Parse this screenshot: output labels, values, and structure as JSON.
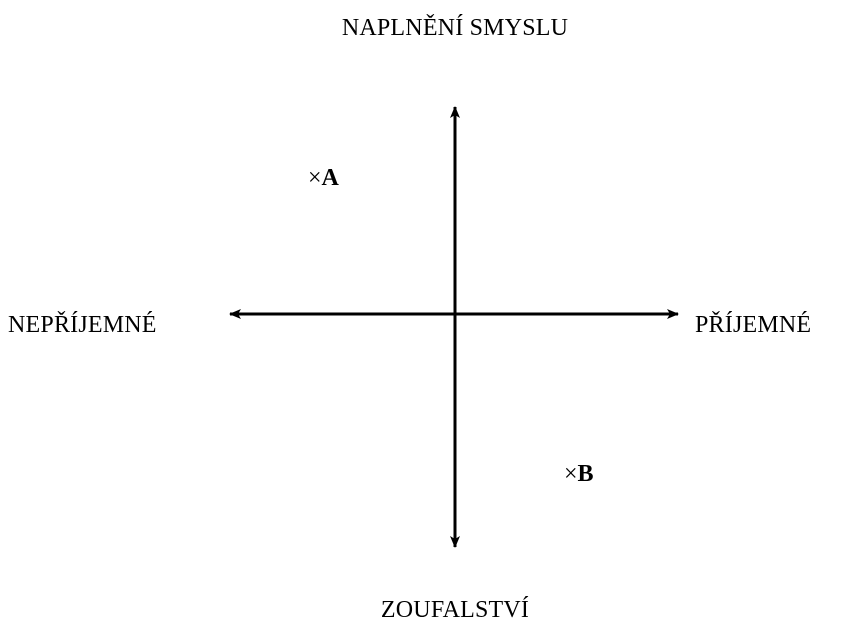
{
  "axes": {
    "top_label": "NAPLNĚNÍ SMYSLU",
    "bottom_label": "ZOUFALSTVÍ",
    "left_label": "NEPŘÍJEMNÉ",
    "right_label": "PŘÍJEMNÉ"
  },
  "points": [
    {
      "marker": "×",
      "label": "A"
    },
    {
      "marker": "×",
      "label": "B"
    }
  ],
  "colors": {
    "stroke": "#000000",
    "background": "#ffffff"
  }
}
